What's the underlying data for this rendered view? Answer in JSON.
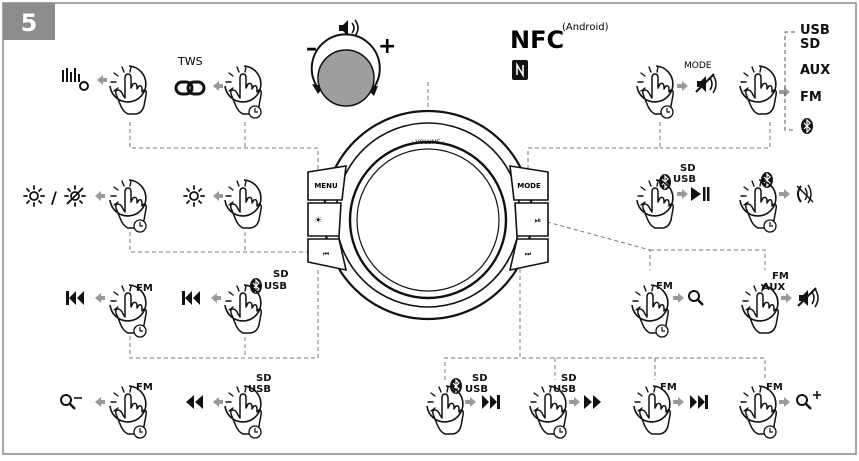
{
  "step_number": "5",
  "labels": {
    "tws": "TWS",
    "nfc": "NFC",
    "android": "(Android)",
    "mode_top": "MODE",
    "volume_ring": "· VOLUME ·",
    "minus": "–",
    "plus": "+",
    "slash": "/",
    "menu_button": "MENU",
    "mode_button": "MODE",
    "source_usb": "USB",
    "source_sd": "SD",
    "source_aux": "AUX",
    "source_fm": "FM",
    "sd": "SD",
    "usb": "USB",
    "fm": "FM",
    "aux": "AUX"
  },
  "icons": [
    "hand-press-icon",
    "hand-long-press-icon",
    "equalizer-settings-icon",
    "tws-link-icon",
    "volume-icon",
    "volume-knob-icon",
    "nfc-icon",
    "mode-mute-icon",
    "bluetooth-icon",
    "brightness-icon",
    "dimmer-icon",
    "play-pause-icon",
    "hang-up-icon",
    "previous-track-icon",
    "next-track-icon",
    "rewind-icon",
    "fast-forward-icon",
    "search-icon",
    "zoom-out-icon",
    "zoom-in-icon",
    "mute-icon",
    "arrow-left-icon",
    "arrow-right-icon"
  ]
}
